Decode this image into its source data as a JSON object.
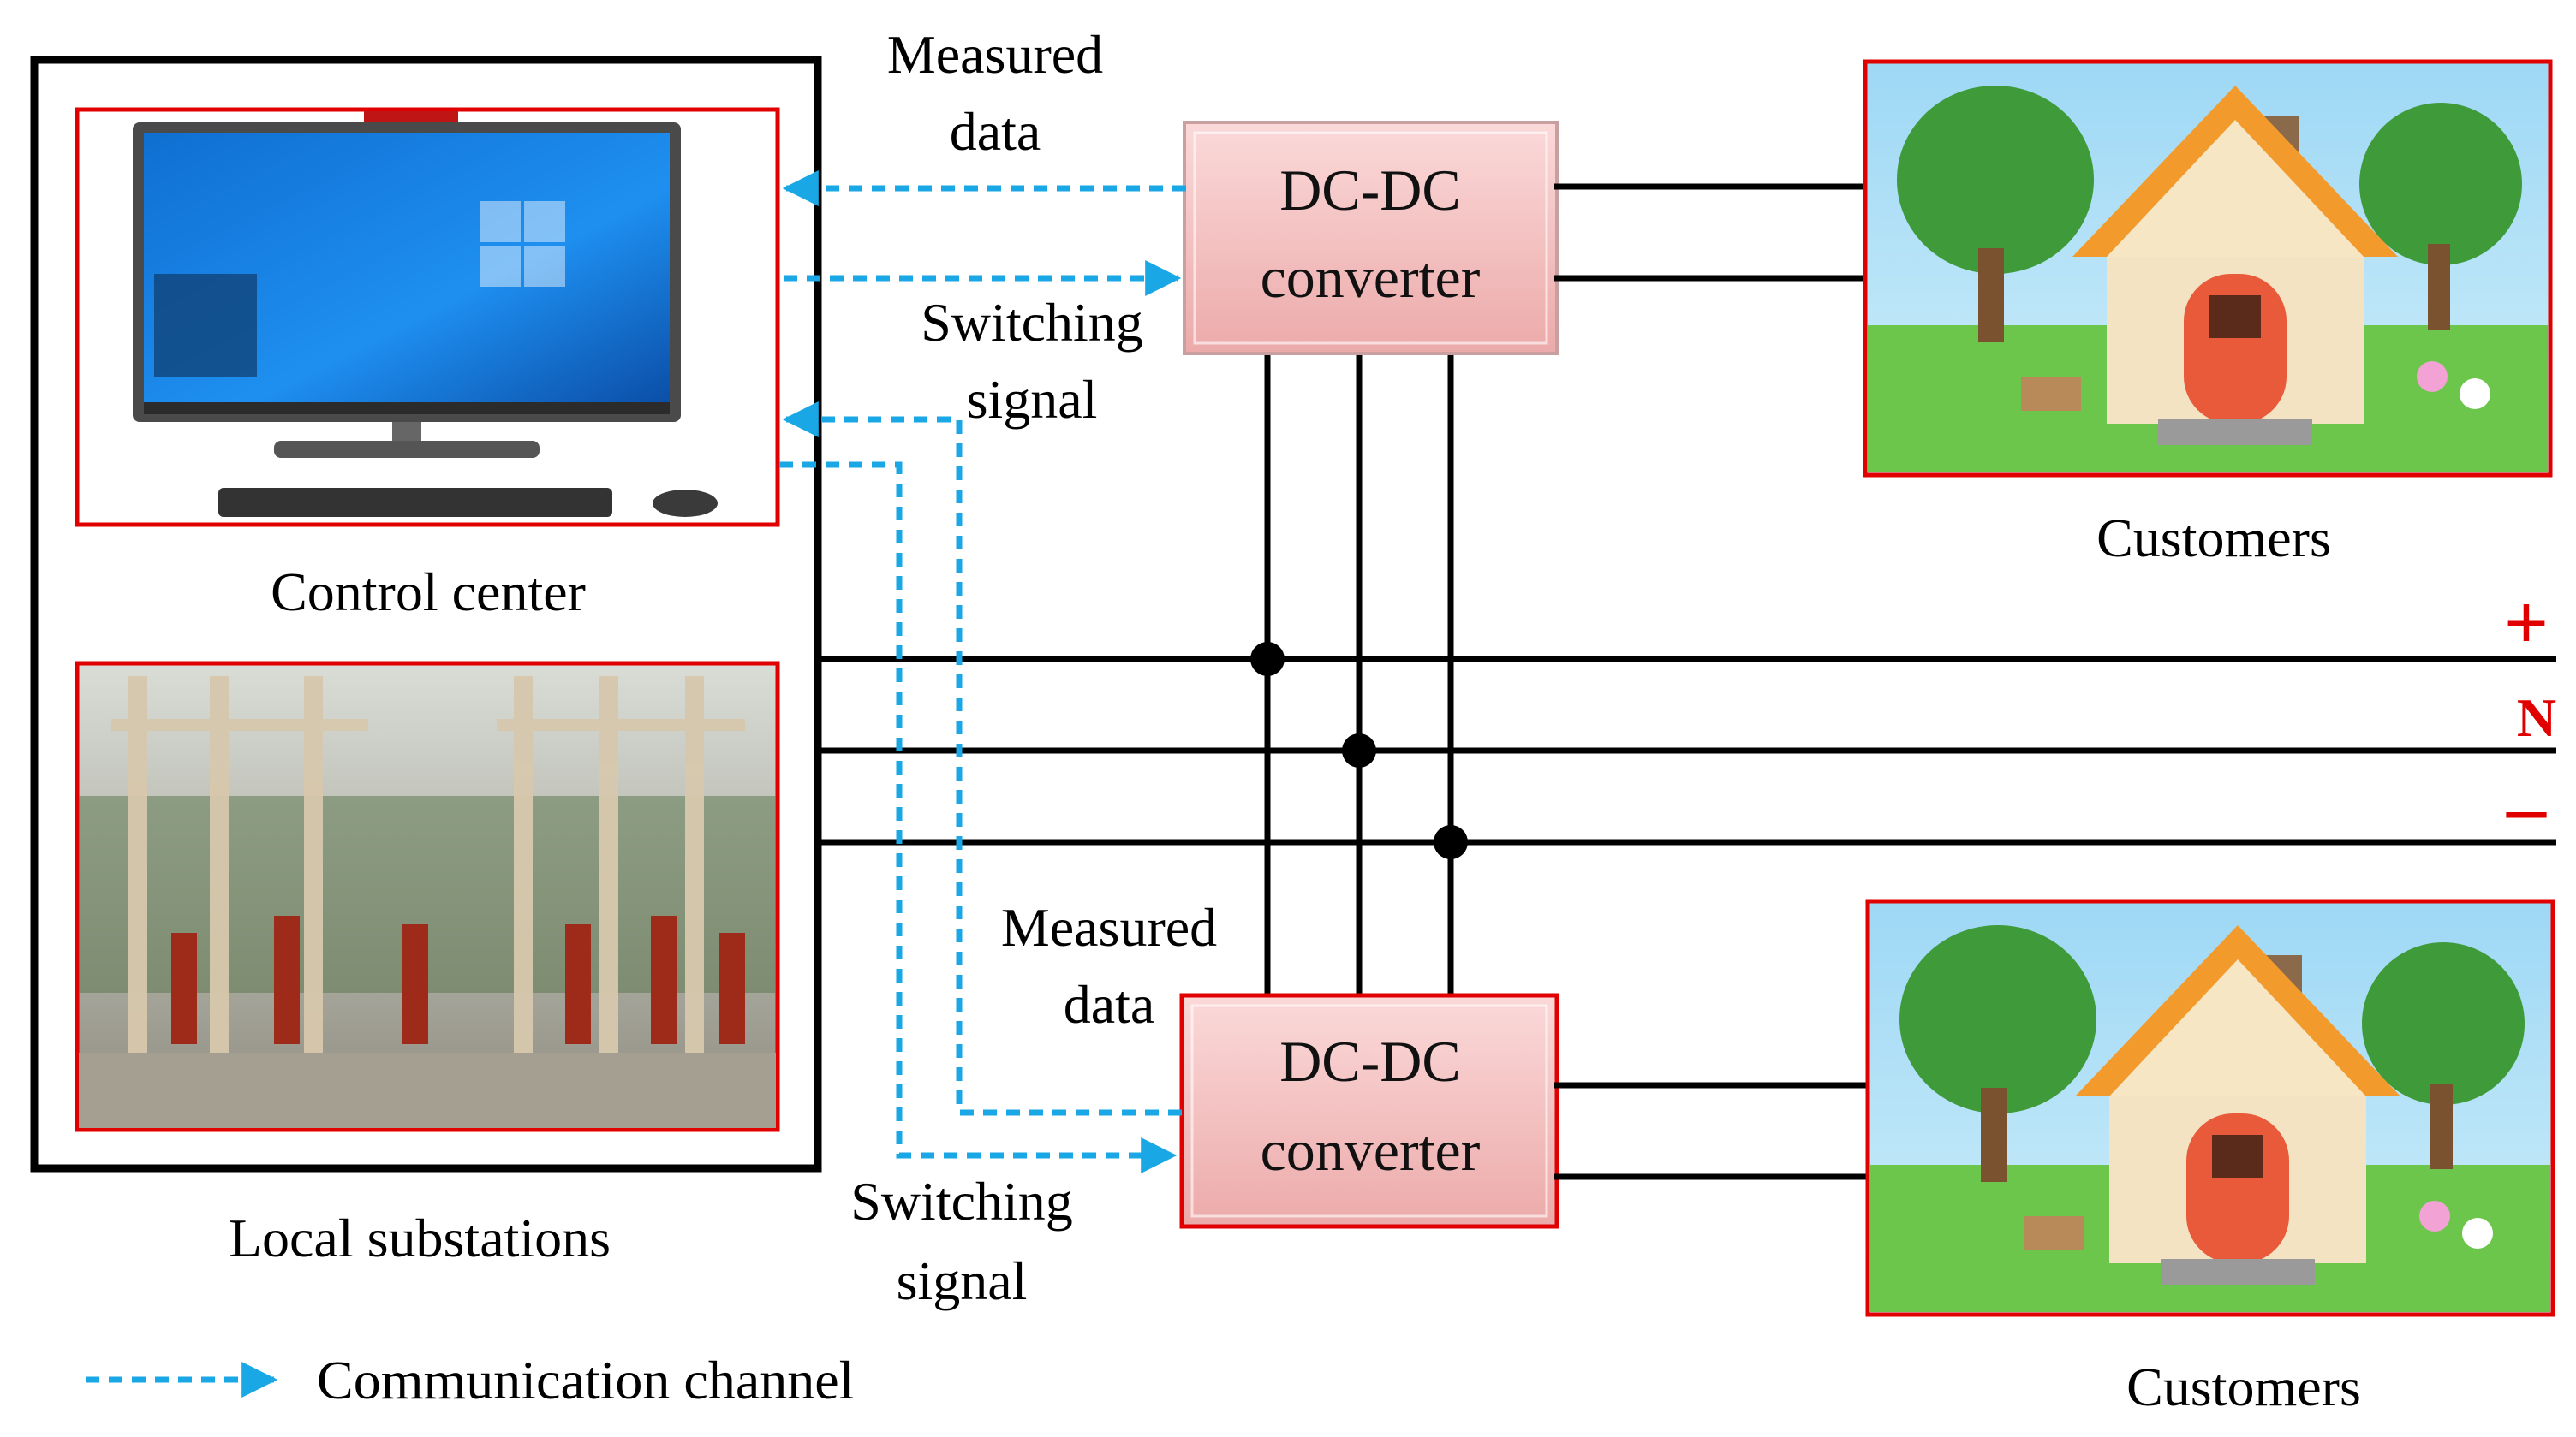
{
  "control_center": {
    "label": "Control center"
  },
  "substation": {
    "label": "Local substations"
  },
  "converter_top": {
    "line1": "DC-DC",
    "line2": "converter"
  },
  "converter_bottom": {
    "line1": "DC-DC",
    "line2": "converter"
  },
  "customers_top": {
    "label": "Customers"
  },
  "customers_bottom": {
    "label": "Customers"
  },
  "signals_top": {
    "measured_line1": "Measured",
    "measured_line2": "data",
    "switching_line1": "Switching",
    "switching_line2": "signal"
  },
  "signals_bottom": {
    "measured_line1": "Measured",
    "measured_line2": "data",
    "switching_line1": "Switching",
    "switching_line2": "signal"
  },
  "rails": {
    "positive": "+",
    "neutral": "N",
    "negative": "–"
  },
  "legend": {
    "label": "Communication channel"
  },
  "colors": {
    "communication": "#1aa7e6",
    "frame_red": "#e00000",
    "converter_fill": "#f5c3c3"
  }
}
